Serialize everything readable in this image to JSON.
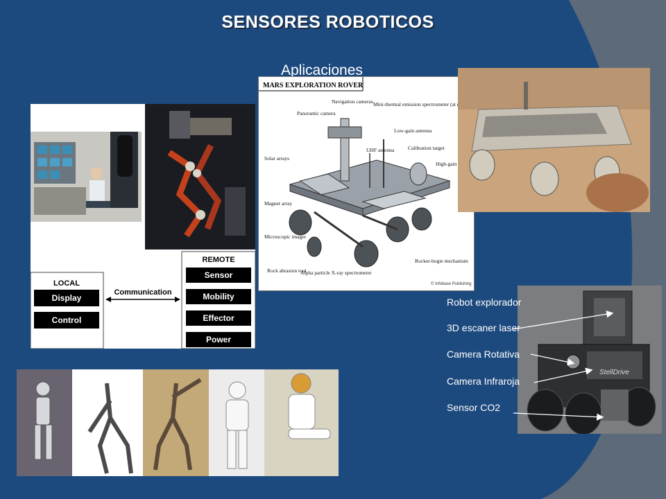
{
  "slide": {
    "title": "SENSORES ROBOTICOS",
    "subtitle": "Aplicaciones"
  },
  "telerobotics_diagram": {
    "local_label": "LOCAL",
    "local_items": [
      "Display",
      "Control"
    ],
    "communication_label": "Communication",
    "remote_label": "REMOTE",
    "remote_items": [
      "Sensor",
      "Mobility",
      "Effector",
      "Power"
    ]
  },
  "mars_rover": {
    "heading": "MARS EXPLORATION ROVER",
    "callouts": {
      "navigation_cameras": "Navigation cameras",
      "panoramic_camera": "Panoramic camera",
      "mini_thermal": "Mini-thermal emission spectrometer (at rear)",
      "low_gain": "Low-gain antenna",
      "uhf": "UHF antenna",
      "calibration": "Calibration target",
      "high_gain": "High-gain antenna",
      "solar": "Solar arrays",
      "magnet": "Magnet array",
      "microscopic": "Microscopic imager",
      "rock_abrasion": "Rock abrasion tool",
      "alpha": "Alpha particle X-ray spectrometer",
      "rocker": "Rocker-bogie mechanism",
      "credit": "© Infobase Publishing"
    }
  },
  "explorer_robot": {
    "caption_title": "Robot  explorador",
    "labels": [
      "3D escaner laser",
      "Camera Rotativa",
      "Camera Infraroja",
      "Sensor  CO2"
    ],
    "brand": "StellDrive"
  }
}
